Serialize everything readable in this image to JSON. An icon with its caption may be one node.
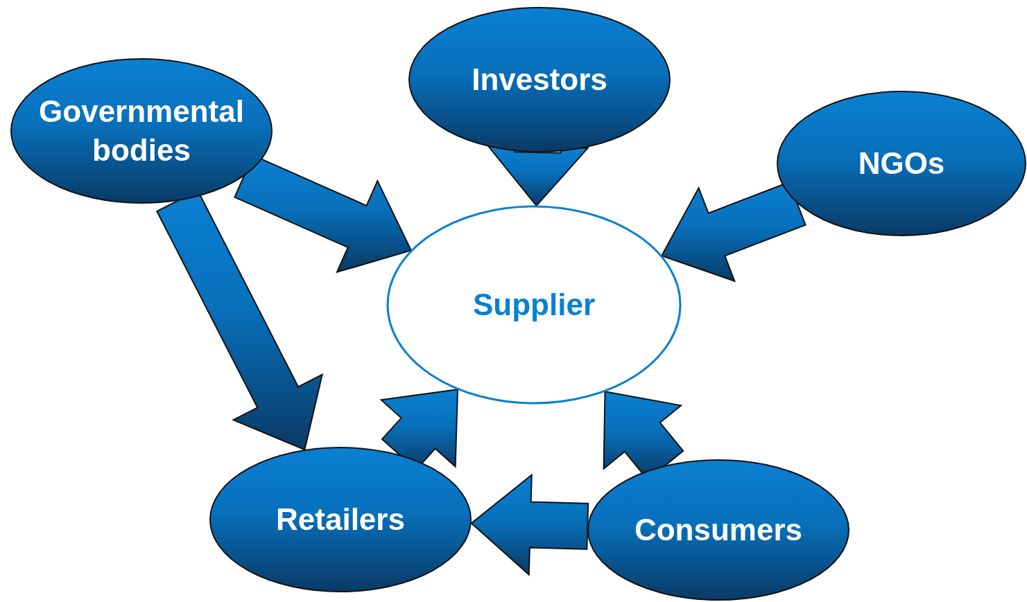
{
  "diagram": {
    "nodes": [
      {
        "text": [
          "Investors"
        ]
      },
      {
        "text": [
          "Governmental bodies"
        ]
      },
      {
        "text": [
          "NGOs"
        ]
      },
      {
        "text": [
          "Supplier"
        ]
      },
      {
        "text": [
          "Retailers"
        ]
      },
      {
        "text": [
          "Consumers"
        ]
      }
    ],
    "edges": [
      {
        "from": 1,
        "to": 3,
        "arrow": "to"
      },
      {
        "from": 0,
        "to": 3,
        "arrow": "to"
      },
      {
        "from": 2,
        "to": 3,
        "arrow": "to"
      },
      {
        "from": 1,
        "to": 4,
        "arrow": "to"
      },
      {
        "from": 4,
        "to": 3,
        "arrow": "to"
      },
      {
        "from": 5,
        "to": 3,
        "arrow": "to"
      },
      {
        "from": 5,
        "to": 4,
        "arrow": "to"
      }
    ]
  }
}
